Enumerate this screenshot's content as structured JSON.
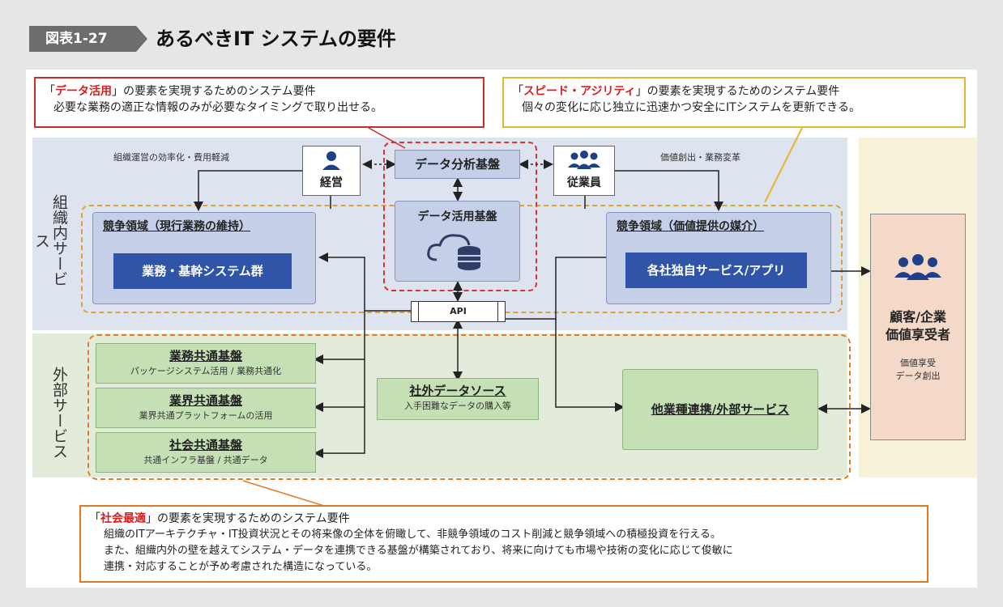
{
  "figure": {
    "badge": "図表1-27",
    "title": "あるべきIT システムの要件"
  },
  "requirements": {
    "data_use": {
      "quote_open": "「",
      "highlight": "データ活用",
      "rest": "」の要素を実現するためのシステム要件",
      "detail": "必要な業務の適正な情報のみが必要なタイミングで取り出せる。"
    },
    "speed": {
      "quote_open": "「",
      "highlight": "スピード・アジリティ",
      "rest": "」の要素を実現するためのシステム要件",
      "detail": "個々の変化に応じ独立に迅速かつ安全にITシステムを更新できる。"
    },
    "social": {
      "quote_open": "「",
      "highlight": "社会最適",
      "rest": "」の要素を実現するためのシステム要件",
      "line1": "組織のITアーキテクチャ・IT投資状況とその将来像の全体を俯瞰して、非競争領域のコスト削減と競争領域への積極投資を行える。",
      "line2": "また、組織内外の壁を越えてシステム・データを連携できる基盤が構築されており、将来に向けても市場や技術の変化に応じて俊敏に",
      "line3": "連携・対応することが予め考慮された構造になっている。"
    }
  },
  "zones": {
    "inner_label": "組織内サービス",
    "outer_label": "外部サービス"
  },
  "inner": {
    "efficiency_label": "組織運営の効率化・費用軽減",
    "value_label": "価値創出・業務変革",
    "management": "経営",
    "employees": "従業員",
    "data_analysis": "データ分析基盤",
    "data_platform": "データ活用基盤",
    "competitive_current": "競争領域（現行業務の維持）",
    "core_systems": "業務・基幹システム群",
    "competitive_value": "競争領域（価値提供の媒介）",
    "company_services": "各社独自サービス/アプリ",
    "api": "API"
  },
  "outer": {
    "biz_common": "業務共通基盤",
    "biz_common_sub": "パッケージシステム活用 / 業務共通化",
    "industry_common": "業界共通基盤",
    "industry_common_sub": "業界共通プラットフォームの活用",
    "social_common": "社会共通基盤",
    "social_common_sub": "共通インフラ基盤 / 共通データ",
    "external_data": "社外データソース",
    "external_data_sub": "入手困難なデータの購入等",
    "other_industry": "他業種連携/外部サービス"
  },
  "customer": {
    "title_line1": "顧客/企業",
    "title_line2": "価値享受者",
    "sub_line1": "価値享受",
    "sub_line2": "データ創出"
  },
  "colors": {
    "highlight_red": "#d42020",
    "orange_frame": "#e07b2a",
    "yellow_frame": "#e6b735",
    "red_frame": "#c82c2c",
    "inner_zone": "#dde3ef",
    "outer_zone": "#e3ecdb",
    "customer_zone": "#f7f2d8",
    "dark_blue": "#2f54a8"
  },
  "icons": [
    "person-icon",
    "group-icon",
    "cloud-database-icon"
  ]
}
